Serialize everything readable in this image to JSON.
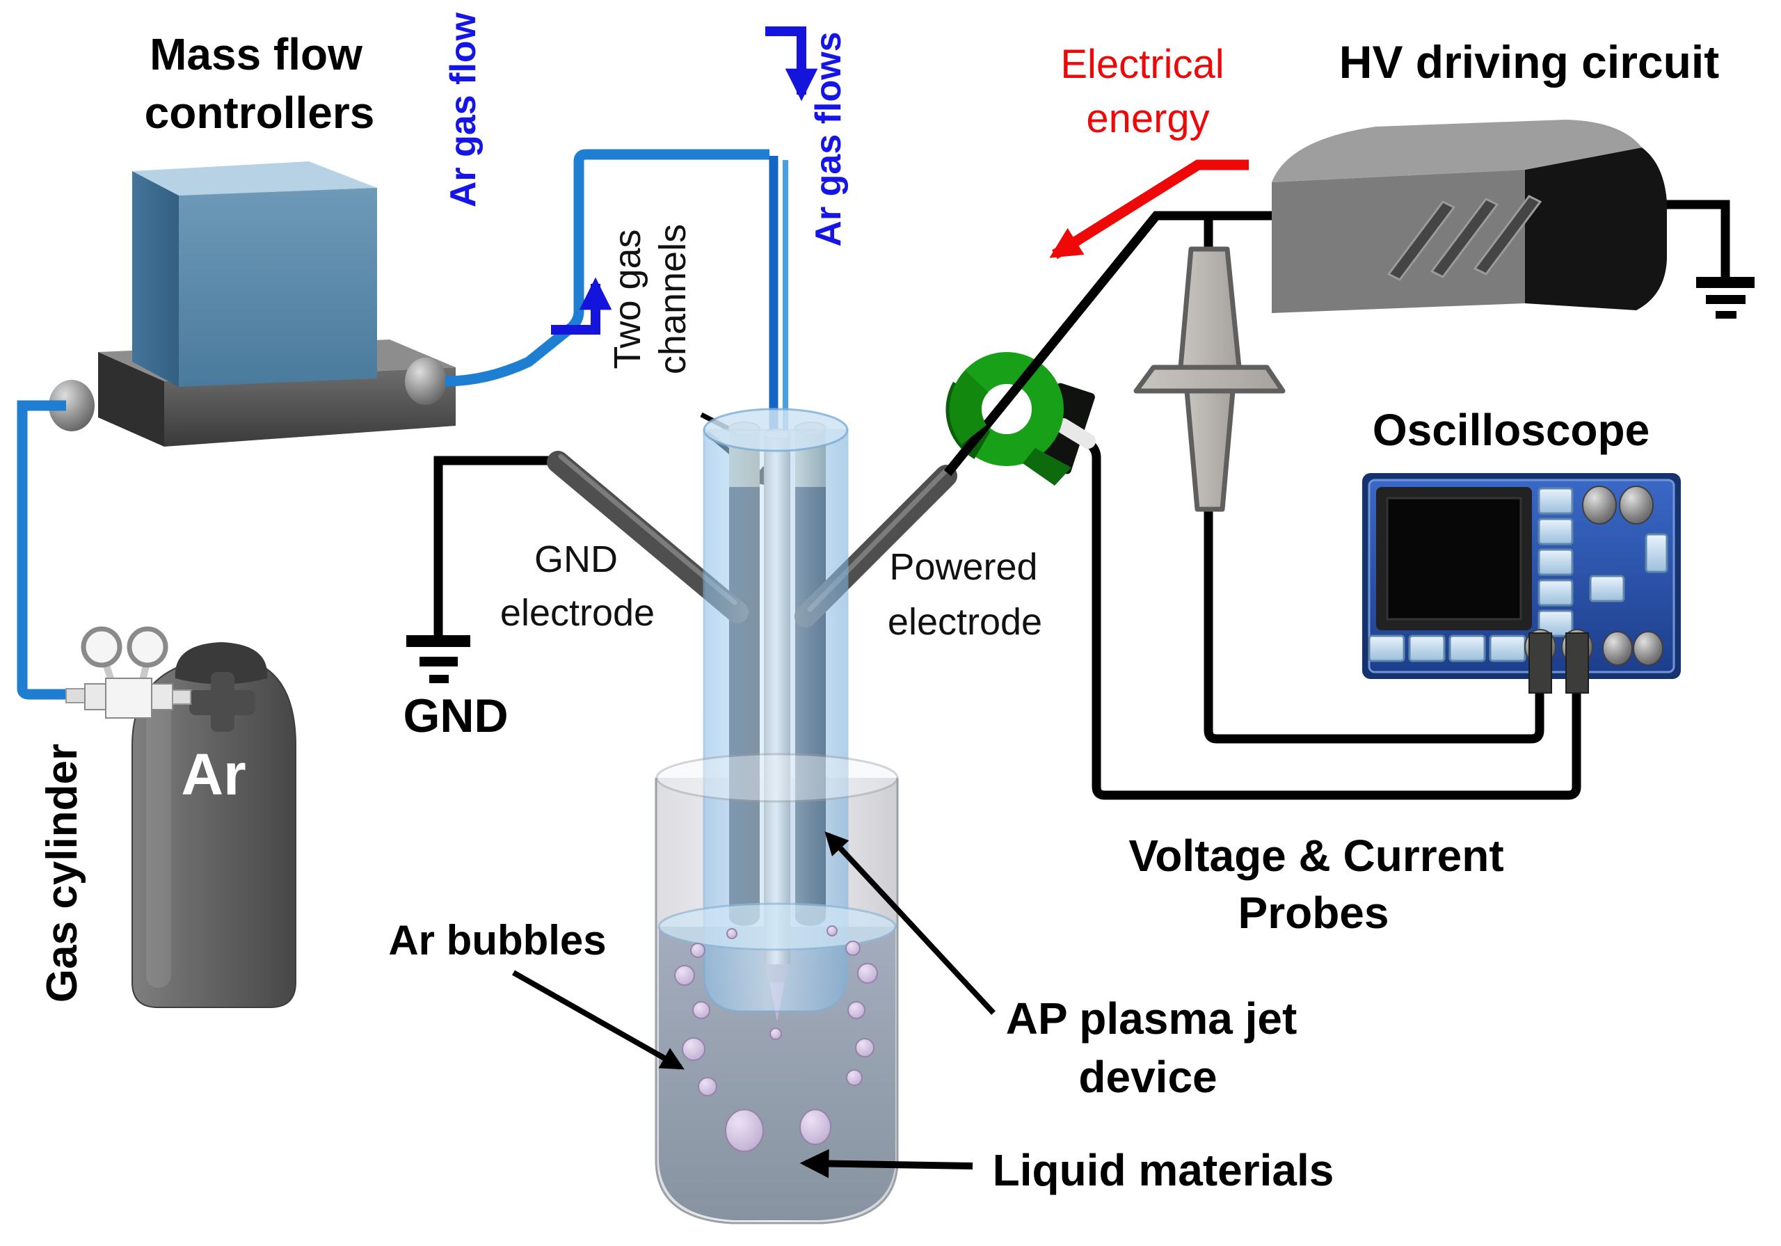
{
  "figure": {
    "labels": {
      "mass_flow_controllers_1": "Mass flow",
      "mass_flow_controllers_2": "controllers",
      "ar_gas_flow": "Ar gas flow",
      "ar_gas_flows": "Ar gas flows",
      "two_gas_channels_1": "Two gas",
      "two_gas_channels_2": "channels",
      "electrical_energy_1": "Electrical",
      "electrical_energy_2": "energy",
      "hv_driving_circuit": "HV driving circuit",
      "oscilloscope": "Oscilloscope",
      "gnd_electrode_1": "GND",
      "gnd_electrode_2": "electrode",
      "powered_electrode_1": "Powered",
      "powered_electrode_2": "electrode",
      "gnd": "GND",
      "gas_cylinder": "Gas cylinder",
      "ar": "Ar",
      "ar_bubbles": "Ar bubbles",
      "voltage_current_probes_1": "Voltage & Current",
      "voltage_current_probes_2": "Probes",
      "ap_plasma_jet_1": "AP plasma jet",
      "ap_plasma_jet_2": "device",
      "liquid_materials": "Liquid materials"
    },
    "colors": {
      "tube_blue": "#1e7fd2",
      "channel_blue_dark": "#1565c8",
      "channel_blue_light": "#46a0e2",
      "flow_arrow_blue": "#1414dd",
      "label_blue": "#1515e8",
      "alert_red": "#ee0808",
      "toroid_green": "#18a018",
      "scope_blue": "#2a55ad",
      "mfc_box_blue": "#5d8ba9",
      "bubble_lavender": "#c7b5d8",
      "glass_blue": "#aecdea",
      "wire_black": "#000000"
    }
  }
}
